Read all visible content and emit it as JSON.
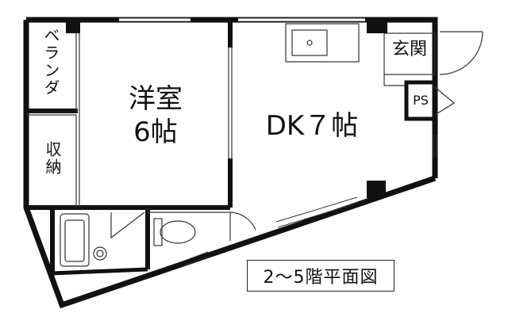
{
  "rooms": {
    "western_room": {
      "name": "洋室",
      "size": "6帖"
    },
    "dk": {
      "label": "DK７帖"
    },
    "balcony": {
      "label": "ベランダ"
    },
    "storage": {
      "label": "収納"
    },
    "entrance": {
      "label": "玄関"
    },
    "ps": {
      "label": "PS"
    }
  },
  "caption": "2～5階平面図",
  "colors": {
    "wall": "#111111",
    "line": "#333333",
    "background": "#ffffff"
  }
}
